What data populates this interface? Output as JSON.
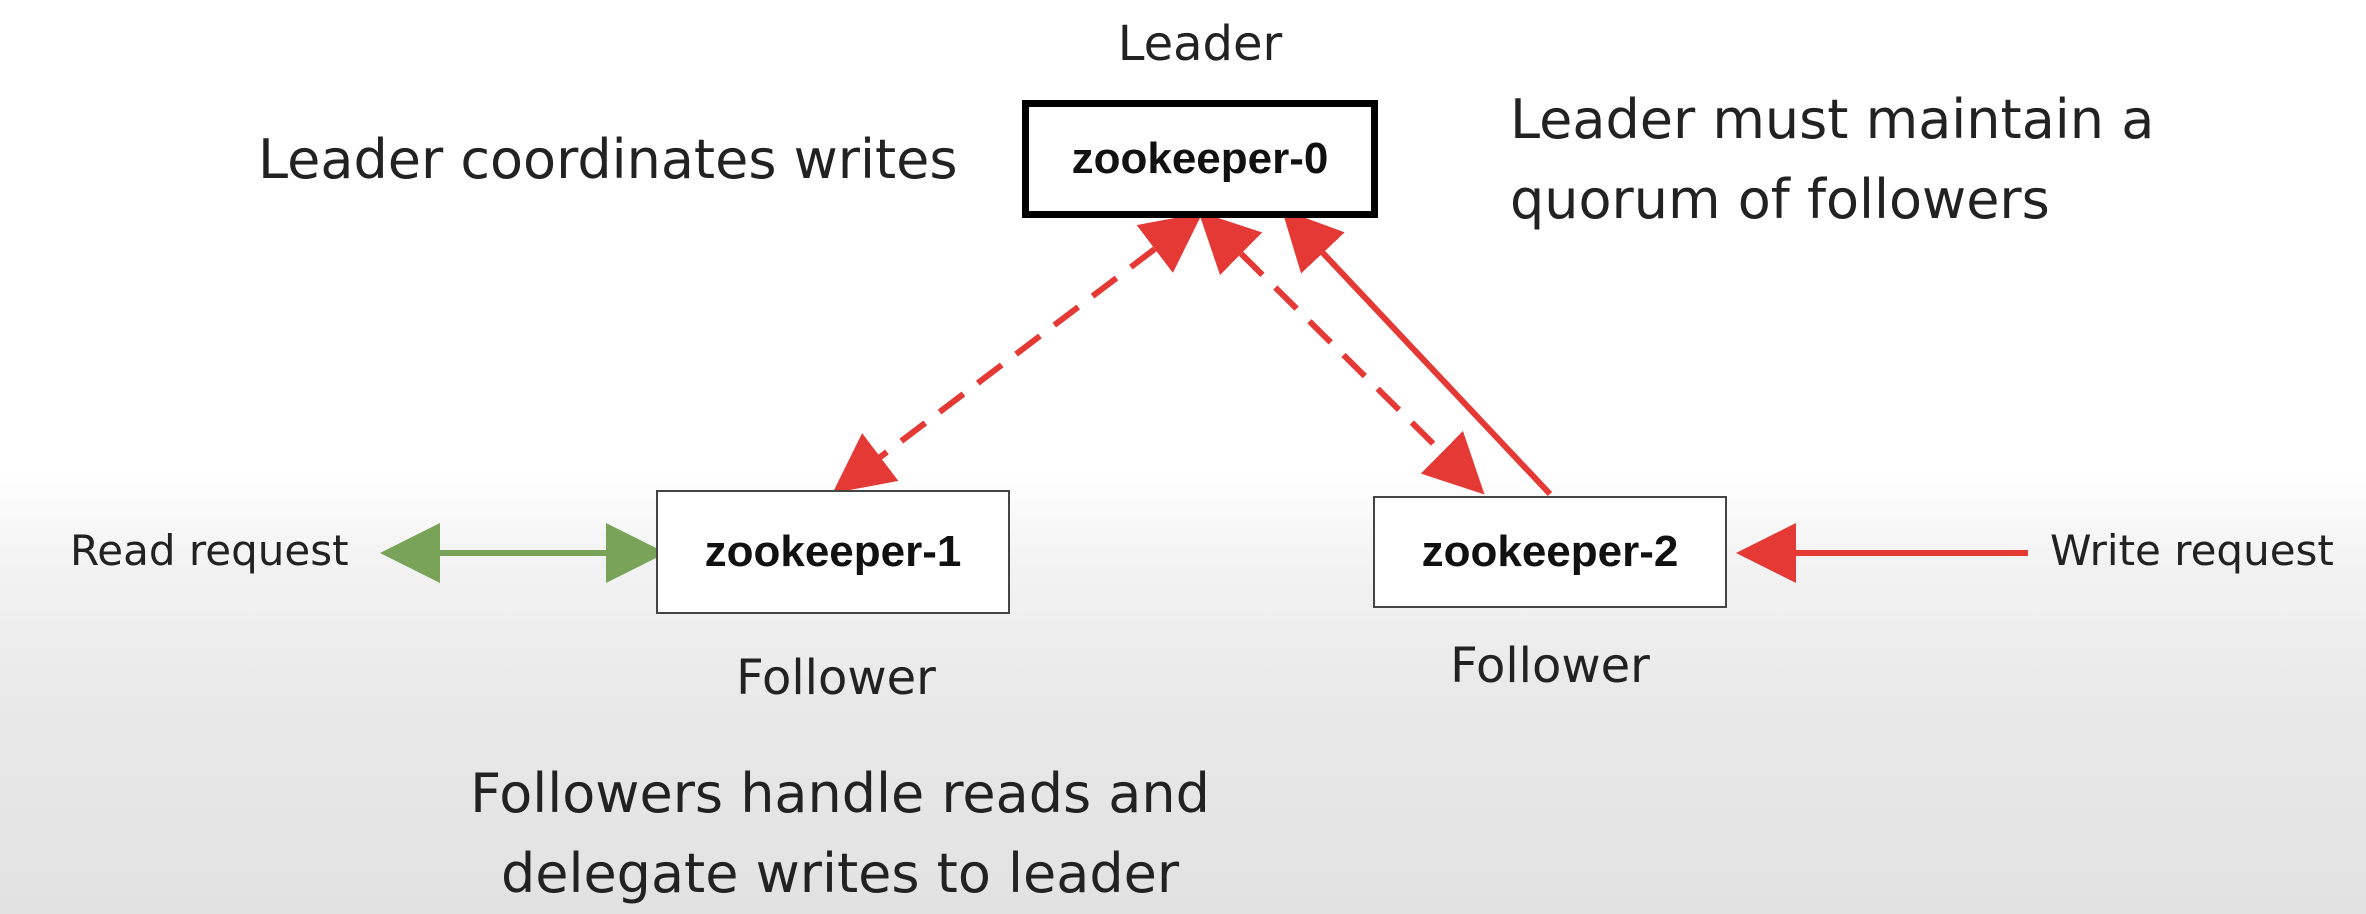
{
  "diagram": {
    "leader_role": "Leader",
    "leader_note": "Leader coordinates writes",
    "quorum_note": [
      "Leader must maintain a",
      "quorum of followers"
    ],
    "followers_note": [
      "Followers handle reads and",
      "delegate writes to leader"
    ],
    "read_request": "Read request",
    "write_request": "Write request",
    "nodes": [
      {
        "id": "zookeeper-0",
        "label": "zookeeper-0",
        "role": "Leader"
      },
      {
        "id": "zookeeper-1",
        "label": "zookeeper-1",
        "role": "Follower"
      },
      {
        "id": "zookeeper-2",
        "label": "zookeeper-2",
        "role": "Follower"
      }
    ],
    "colors": {
      "replication_arrow": "#e53935",
      "write_arrow": "#e53935",
      "read_arrow": "#7aa35a",
      "leader_border": "#000000",
      "follower_border": "#444444"
    }
  }
}
